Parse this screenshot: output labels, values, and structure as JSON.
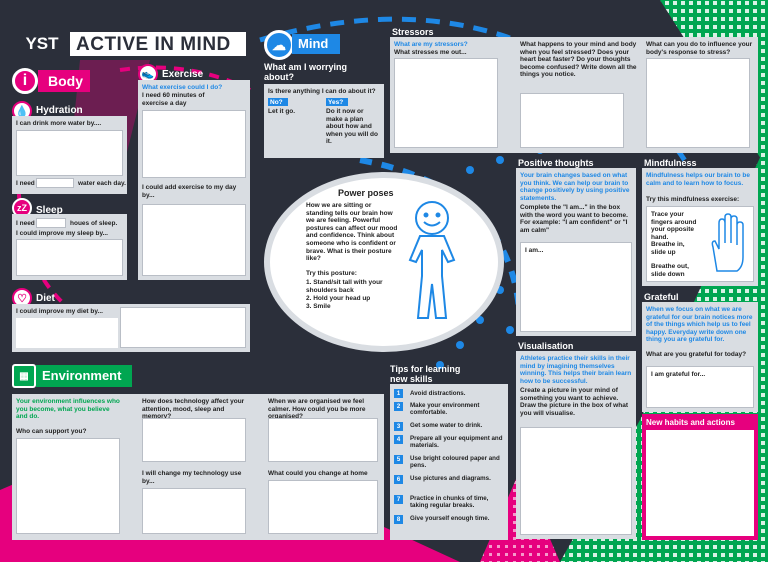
{
  "header": {
    "brand": "YST",
    "title": "ACTIVE IN MIND"
  },
  "body": {
    "title": "Body"
  },
  "hydration": {
    "title": "Hydration",
    "q1": "I can drink more water by....",
    "need_pre": "I need",
    "need_post": "water each day."
  },
  "sleep": {
    "title": "Sleep",
    "need_pre": "I need",
    "need_post": "houes of sleep.",
    "q": "I could improve my sleep by..."
  },
  "diet": {
    "title": "Diet",
    "q": "I could improve my diet by..."
  },
  "exercise": {
    "title": "Exercise",
    "q": "What exercise could I do?",
    "need": "I need 60 minutes of exercise a day",
    "add": "I could add exercise to my day by..."
  },
  "mind": {
    "title": "Mind",
    "worry_title": "What am I worrying about?",
    "q": "Is there anything I can do about it?",
    "no": "No?",
    "no_text": "Let it go.",
    "yes": "Yes?",
    "yes_text": "Do it now or make a plan about how and when you will do it."
  },
  "stressors": {
    "title": "Stressors",
    "q1": "What are my stressors?",
    "q1b": "What stresses me out...",
    "q2": "What happens to your mind and body when you feel stressed? Does your heart beat faster? Do your thoughts become confused? Write down all the things you notice.",
    "q3": "What can you do to influence your body's response to stress?"
  },
  "power": {
    "title": "Power poses",
    "text": "How we are sitting or standing tells our brain how we are feeling. Powerful postures can affect our mood and confidence. Think about someone who is confident or brave. What is their posture like?",
    "try": "Try this posture:",
    "steps": [
      "1. Stand/sit tall with your shoulders back",
      "2. Hold your head up",
      "3. Smile"
    ]
  },
  "positive": {
    "title": "Positive thoughts",
    "blue": "Your brain changes based on what you think. We can help our brain to change positively by using positive statements.",
    "text": "Complete the \"I am...\" in the box with the word you want to become. For example: \"I am confident\" or \"I am calm\"",
    "box": "I am..."
  },
  "mindfulness": {
    "title": "Mindfulness",
    "blue": "Mindfulness helps our brain to be calm and to learn how to focus.",
    "text": "Try this mindfulness exercise:",
    "steps": [
      "Trace your fingers around your opposite hand.",
      "Breathe in, slide up",
      "Breathe out, slide down"
    ]
  },
  "grateful": {
    "title": "Grateful",
    "blue": "When we focus on what we are grateful for our brain notices more of the things which help us to feel happy. Everyday write down one thing you are grateful for.",
    "text": "What are you grateful for today?",
    "box": "I am grateful for..."
  },
  "visualisation": {
    "title": "Visualisation",
    "blue": "Athletes practice their skills in their mind by imagining themselves winning. This helps their brain learn how to be successful.",
    "text": "Create a picture in your mind of something you want to achieve. Draw the picture in the box of what you will visualise."
  },
  "habits": {
    "title": "New habits and actions"
  },
  "tips": {
    "title": "Tips for learning new skills",
    "items": [
      {
        "n": "1",
        "t": "Avoid distractions."
      },
      {
        "n": "2",
        "t": "Make your environment comfortable."
      },
      {
        "n": "3",
        "t": "Get some water to drink."
      },
      {
        "n": "4",
        "t": "Prepare all your equipment and materials."
      },
      {
        "n": "5",
        "t": "Use bright coloured paper and pens."
      },
      {
        "n": "6",
        "t": "Use pictures and diagrams."
      },
      {
        "n": "7",
        "t": "Practice in chunks of time, taking regular breaks."
      },
      {
        "n": "8",
        "t": "Give yourself enough time."
      }
    ]
  },
  "environment": {
    "title": "Environment",
    "blue": "Your environment influences who you become, what you believe and do.",
    "q1": "Who can support you?",
    "q2": "How does technology affect your attention, mood, sleep and memory?",
    "q3": "When we are organised we feel calmer. How could you be more organised?",
    "q4": "I will change my technology use by...",
    "q5": "What could you change at home"
  },
  "colors": {
    "pink": "#e6007e",
    "blue": "#1e88e5",
    "green": "#00a651",
    "dark": "#2b2f3a"
  }
}
